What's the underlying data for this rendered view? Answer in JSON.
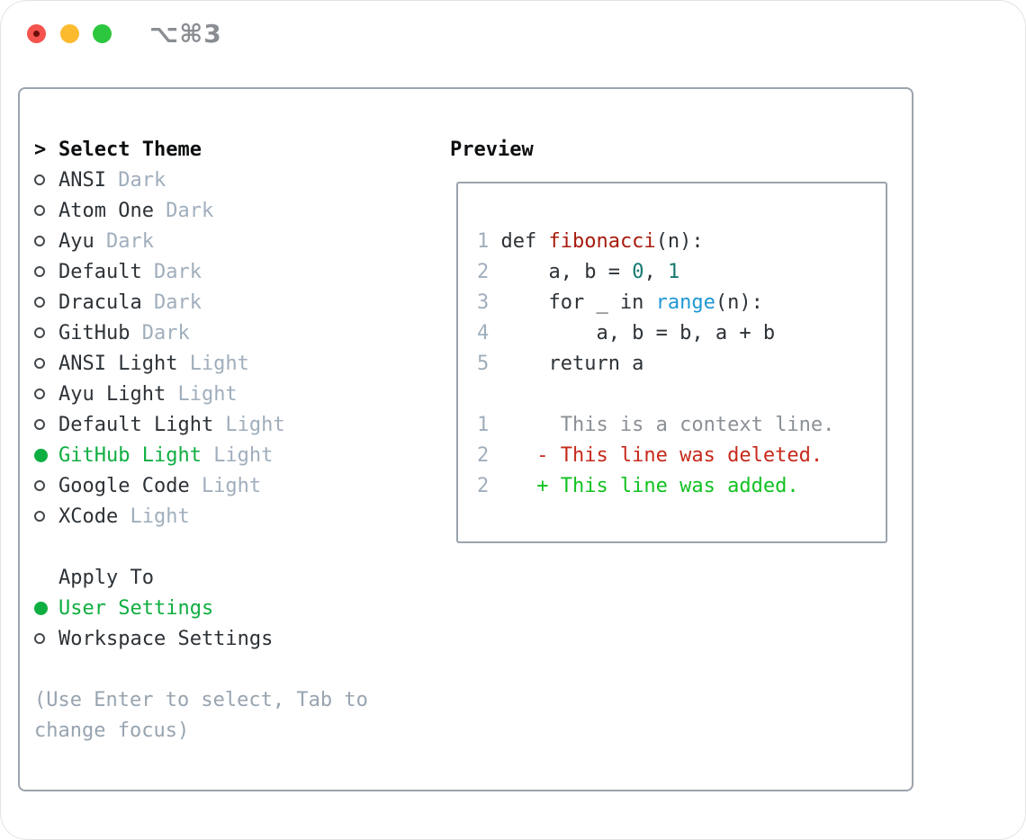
{
  "window": {
    "title": "⌥⌘3"
  },
  "theme_selector": {
    "prompt": ">",
    "title": "Select Theme",
    "items": [
      {
        "name": "ANSI",
        "variant": "Dark",
        "selected": false
      },
      {
        "name": "Atom One",
        "variant": "Dark",
        "selected": false
      },
      {
        "name": "Ayu",
        "variant": "Dark",
        "selected": false
      },
      {
        "name": "Default",
        "variant": "Dark",
        "selected": false
      },
      {
        "name": "Dracula",
        "variant": "Dark",
        "selected": false
      },
      {
        "name": "GitHub",
        "variant": "Dark",
        "selected": false
      },
      {
        "name": "ANSI Light",
        "variant": "Light",
        "selected": false
      },
      {
        "name": "Ayu Light",
        "variant": "Light",
        "selected": false
      },
      {
        "name": "Default Light",
        "variant": "Light",
        "selected": false
      },
      {
        "name": "GitHub Light",
        "variant": "Light",
        "selected": true
      },
      {
        "name": "Google Code",
        "variant": "Light",
        "selected": false
      },
      {
        "name": "XCode",
        "variant": "Light",
        "selected": false
      }
    ],
    "apply_to": {
      "title": "Apply To",
      "options": [
        {
          "label": "User Settings",
          "selected": true
        },
        {
          "label": "Workspace Settings",
          "selected": false
        }
      ]
    },
    "hint_line1": "(Use Enter to select, Tab to",
    "hint_line2": "change focus)"
  },
  "preview": {
    "title": "Preview",
    "code_lines": [
      {
        "num": "1",
        "tokens": [
          {
            "t": "def ",
            "c": "fg"
          },
          {
            "t": "fibonacci",
            "c": "red"
          },
          {
            "t": "(n):",
            "c": "fg"
          }
        ]
      },
      {
        "num": "2",
        "tokens": [
          {
            "t": "    a, b = ",
            "c": "fg"
          },
          {
            "t": "0",
            "c": "teal"
          },
          {
            "t": ", ",
            "c": "fg"
          },
          {
            "t": "1",
            "c": "teal"
          }
        ]
      },
      {
        "num": "3",
        "tokens": [
          {
            "t": "    for _ in ",
            "c": "fg"
          },
          {
            "t": "range",
            "c": "blue"
          },
          {
            "t": "(n):",
            "c": "fg"
          }
        ]
      },
      {
        "num": "4",
        "tokens": [
          {
            "t": "        a, b = b, a + b",
            "c": "fg"
          }
        ]
      },
      {
        "num": "5",
        "tokens": [
          {
            "t": "    return a",
            "c": "fg"
          }
        ]
      }
    ],
    "diff_lines": [
      {
        "num": "1",
        "tokens": [
          {
            "t": "     This is a context line.",
            "c": "context"
          }
        ]
      },
      {
        "num": "2",
        "tokens": [
          {
            "t": "   - This line was deleted.",
            "c": "removed"
          }
        ]
      },
      {
        "num": "2",
        "tokens": [
          {
            "t": "   + This line was added.",
            "c": "added"
          }
        ]
      }
    ]
  },
  "colors": {
    "accent_green": "#0fae41",
    "text": "#2d3237",
    "muted": "#a0aebc",
    "hint": "#98a4b0",
    "border": "#9ba3ad",
    "syntax_function_red": "#a81b0e",
    "syntax_number_teal": "#16796f",
    "syntax_call_blue": "#1f97d4",
    "diff_removed": "#c62a1b",
    "diff_added": "#12c122",
    "diff_context": "#8b9096",
    "traffic_red": "#f4534e",
    "traffic_yellow": "#fcbb2f",
    "traffic_green": "#2dc73f"
  }
}
